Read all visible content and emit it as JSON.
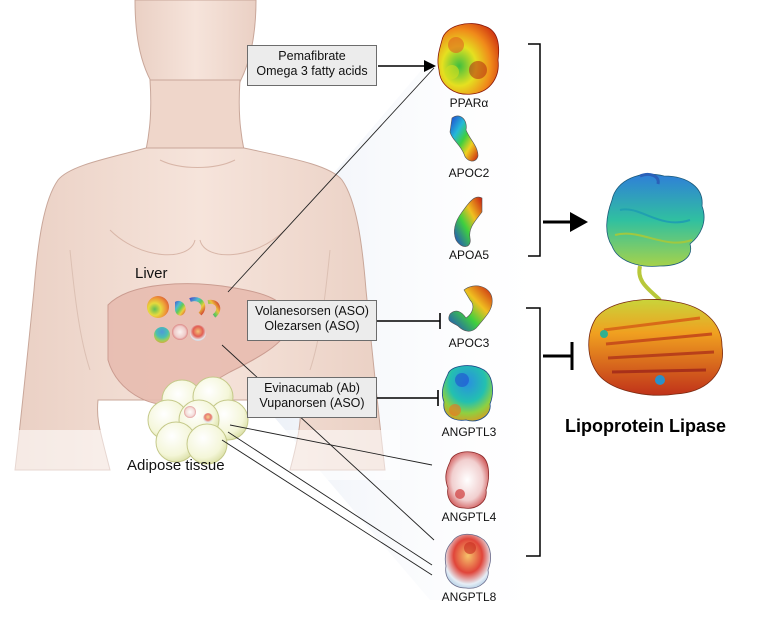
{
  "tissues": {
    "liver": "Liver",
    "adipose": "Adipose tissue"
  },
  "drugs": {
    "activators": [
      "Pemafibrate",
      "Omega 3 fatty acids"
    ],
    "apoc3_inhibitors": [
      "Volanesorsen (ASO)",
      "Olezarsen (ASO)"
    ],
    "angptl3_inhibitors": [
      "Evinacumab (Ab)",
      "Vupanorsen (ASO)"
    ]
  },
  "proteins": {
    "ppara": "PPARα",
    "apoc2": "APOC2",
    "apoa5": "APOA5",
    "apoc3": "APOC3",
    "angptl3": "ANGPTL3",
    "angptl4": "ANGPTL4",
    "angptl8": "ANGPTL8"
  },
  "target": {
    "label": "Lipoprotein Lipase"
  },
  "relations": {
    "upper_group": "activates",
    "lower_group": "inhibits"
  },
  "colors": {
    "skin": "#f2dcd2",
    "skin_edge": "#c9a79a",
    "liver": "#e7b9ad",
    "box_fill": "#ececec",
    "line": "#000000"
  }
}
